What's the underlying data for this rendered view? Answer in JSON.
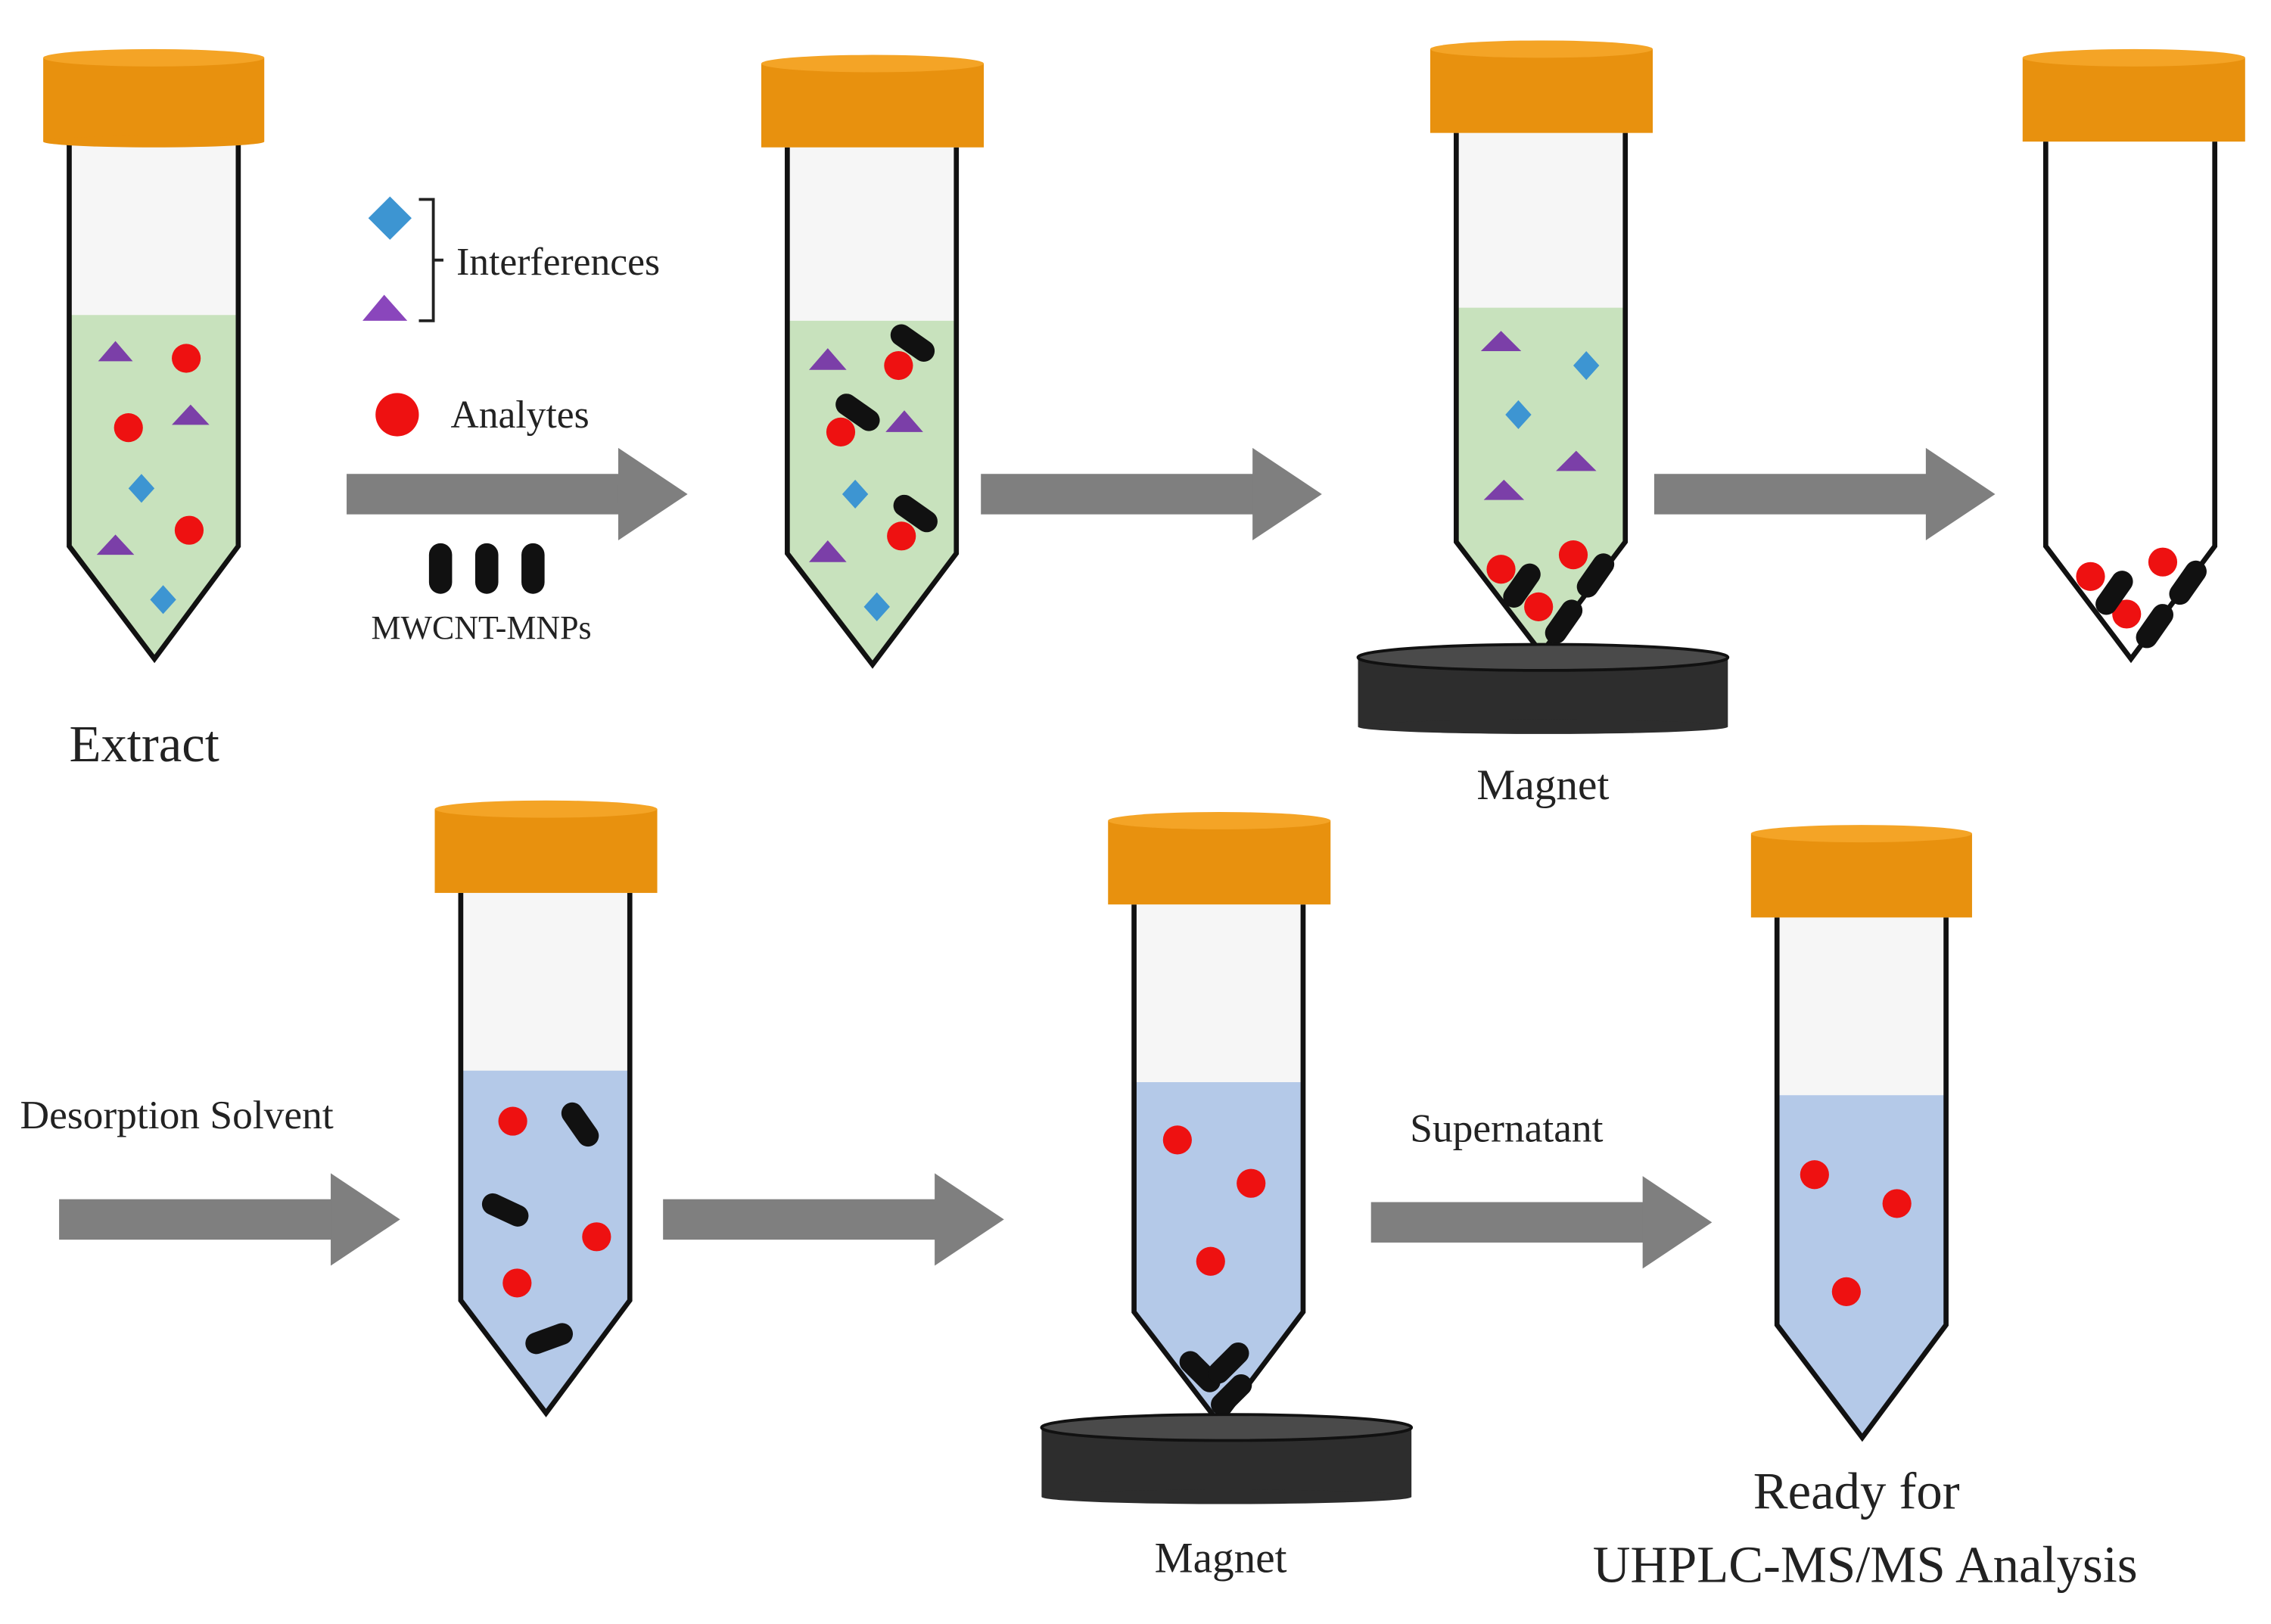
{
  "labels": {
    "extract": "Extract",
    "interferences": "Interferences",
    "analytes": "Analytes",
    "mwcnt_mnps": "MWCNT-MNPs",
    "magnet_top": "Magnet",
    "desorption_solvent": "Desorption Solvent",
    "magnet_bottom": "Magnet",
    "supernatant": "Supernatant",
    "ready_line1": "Ready for",
    "ready_line2": "UHPLC-MS/MS Analysis"
  },
  "colors": {
    "cap": "#E8910E",
    "cap_top": "#F4A426",
    "tube_outline": "#111111",
    "tube_glass": "#F6F6F6",
    "extract_liquid": "#C8E2BD",
    "solvent_liquid": "#B4C9E8",
    "analyte": "#EE1111",
    "interference_diamond": "#3D95D2",
    "interference_triangle": "#7B3FA8",
    "nanoparticle": "#111111",
    "arrow": "#7F7F7F",
    "magnet": "#2D2D2D"
  },
  "icons": {
    "analyte": "red-circle",
    "interference_1": "blue-diamond",
    "interference_2": "purple-triangle",
    "nanoparticle": "black-rod",
    "magnet": "magnet-disc"
  }
}
